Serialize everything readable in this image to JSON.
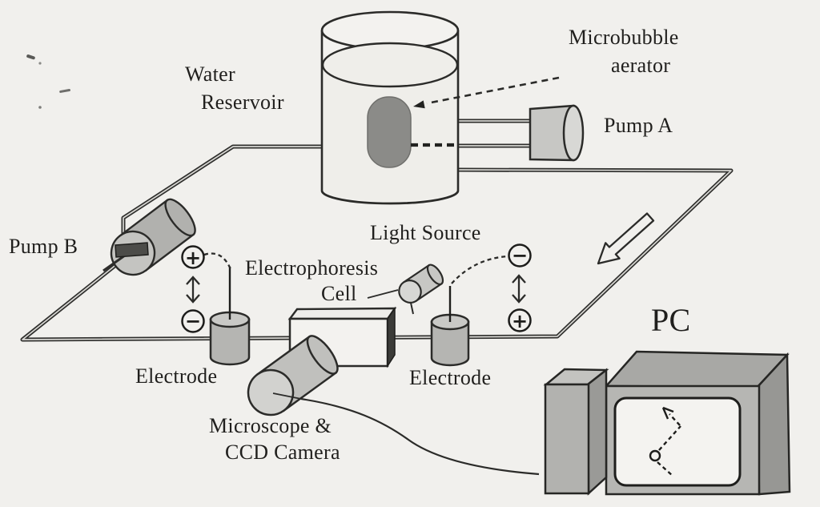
{
  "figure": {
    "type": "experimental-setup-diagram",
    "background_color": "#f1f0ed",
    "ink_color": "#2e2e2c",
    "labels": {
      "water_reservoir": {
        "lines": [
          "Water",
          "Reservoir"
        ]
      },
      "microbubble_aerator": {
        "lines": [
          "Microbubble",
          "aerator"
        ]
      },
      "pump_a": "Pump A",
      "pump_b": "Pump B",
      "light_source": "Light Source",
      "electrophoresis_cell": {
        "lines": [
          "Electrophoresis",
          "Cell"
        ]
      },
      "electrode_left": "Electrode",
      "electrode_right": "Electrode",
      "microscope_ccd_camera": {
        "lines": [
          "Microscope &",
          "CCD Camera"
        ]
      },
      "pc": "PC"
    },
    "polarity_symbols": {
      "left_top": "+",
      "left_bottom": "−",
      "right_top": "−",
      "right_bottom": "+"
    }
  }
}
